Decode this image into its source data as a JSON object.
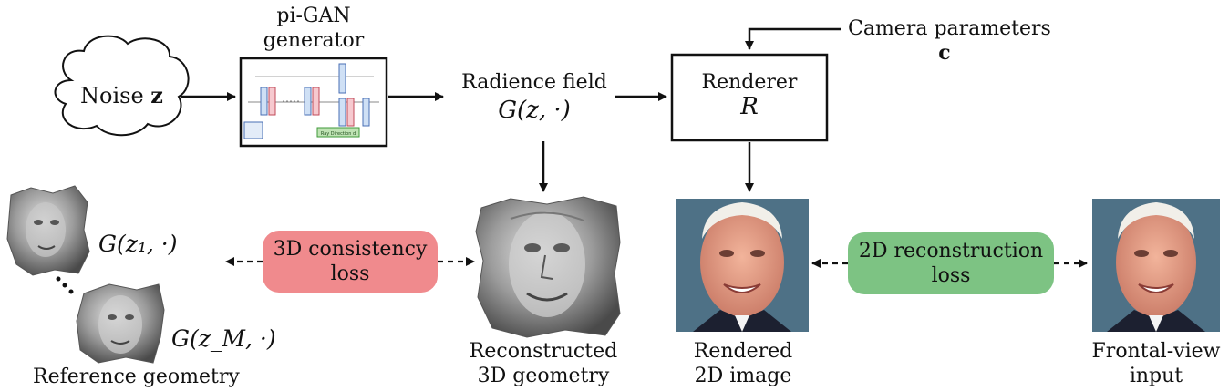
{
  "nodes": {
    "noise_label": "Noise",
    "noise_var": "z",
    "generator_line1": "pi-GAN",
    "generator_line2": "generator",
    "generator_inner_label": "Ray Direction d",
    "radiance_label": "Radience field",
    "radiance_math": "G(z, ·)",
    "camera_label": "Camera parameters",
    "camera_var": "c",
    "renderer_label": "Renderer",
    "renderer_symbol": "R",
    "ref_math_1": "G(z₁, ·)",
    "ref_math_m": "G(z_M, ·)",
    "ref_caption": "Reference geometry",
    "recon_caption_1": "Reconstructed",
    "recon_caption_2": "3D geometry",
    "rendered_caption_1": "Rendered",
    "rendered_caption_2": "2D image",
    "frontal_caption_1": "Frontal-view",
    "frontal_caption_2": "input"
  },
  "losses": {
    "consistency_line1": "3D consistency",
    "consistency_line2": "loss",
    "consistency_color": "#f08a8d",
    "reconstruction_line1": "2D reconstruction",
    "reconstruction_line2": "loss",
    "reconstruction_color": "#7dc383"
  },
  "colors": {
    "face_background": "#4e7186",
    "face_skin": "#e8a28a",
    "mesh": "#9a9a9a"
  }
}
